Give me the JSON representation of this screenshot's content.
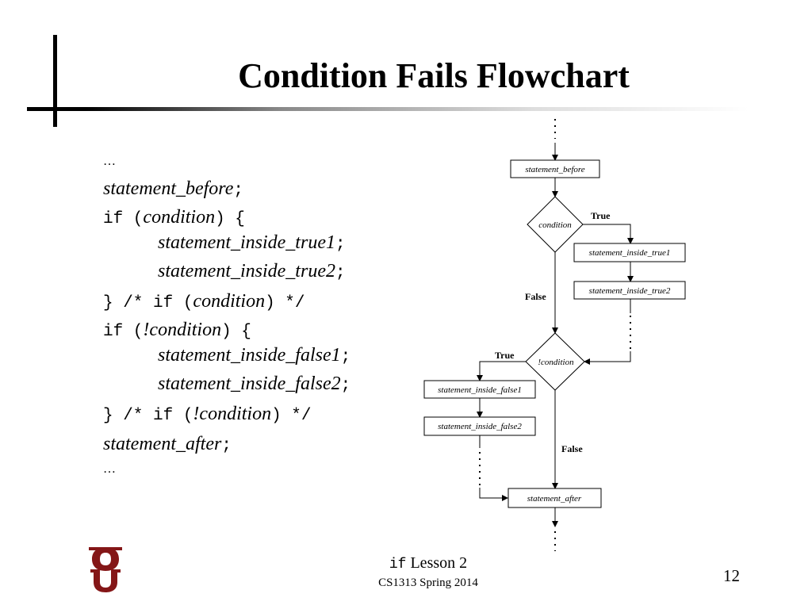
{
  "slide": {
    "title": "Condition Fails Flowchart",
    "page_number": "12",
    "footer": {
      "keyword": "if",
      "lesson": " Lesson 2",
      "course": "CS1313 Spring 2014"
    }
  },
  "code": {
    "ellipsis_top": "…",
    "before_name": "statement_before",
    "semicolon": ";",
    "if_open": "if (",
    "condition": "condition",
    "close_brace_open": ") {",
    "true1": "statement_inside_true1",
    "true2": "statement_inside_true2",
    "close_comment_a": "} /* if (",
    "close_comment_b": ") */",
    "if_not_open": "if (",
    "not_op": "!",
    "false1": "statement_inside_false1",
    "false2": "statement_inside_false2",
    "after_name": "statement_after",
    "ellipsis_bottom": "…"
  },
  "flowchart": {
    "box_before": "statement_before",
    "decision1": "condition",
    "true_label_1": "True",
    "false_label_1": "False",
    "box_true1": "statement_inside_true1",
    "box_true2": "statement_inside_true2",
    "decision2": "!condition",
    "true_label_2": "True",
    "false_label_2": "False",
    "box_false1": "statement_inside_false1",
    "box_false2": "statement_inside_false2",
    "box_after": "statement_after"
  },
  "logo": {
    "letters": "OU",
    "color": "#841617"
  }
}
